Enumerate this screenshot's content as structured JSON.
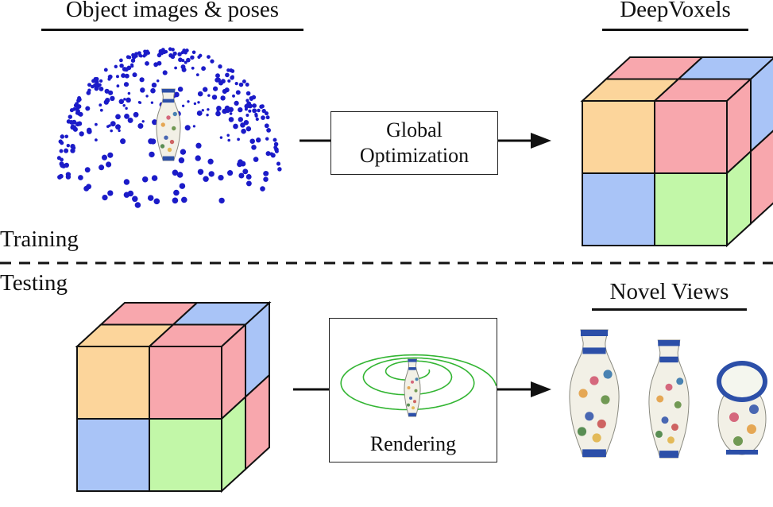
{
  "training": {
    "left_title": "Object images & poses",
    "right_title": "DeepVoxels",
    "process": [
      "Global",
      "Optimization"
    ],
    "section_label": "Training"
  },
  "testing": {
    "section_label": "Testing",
    "process": "Rendering",
    "right_title": "Novel Views"
  },
  "colors": {
    "orange": "#fcd59b",
    "pink": "#f8a7ad",
    "blue": "#a9c4f7",
    "green": "#c2f7a8",
    "dots": "#1b1bc8",
    "spiral": "#33b533",
    "vase_body": "#f2f0e6",
    "vase_blue": "#2c4fa8"
  }
}
